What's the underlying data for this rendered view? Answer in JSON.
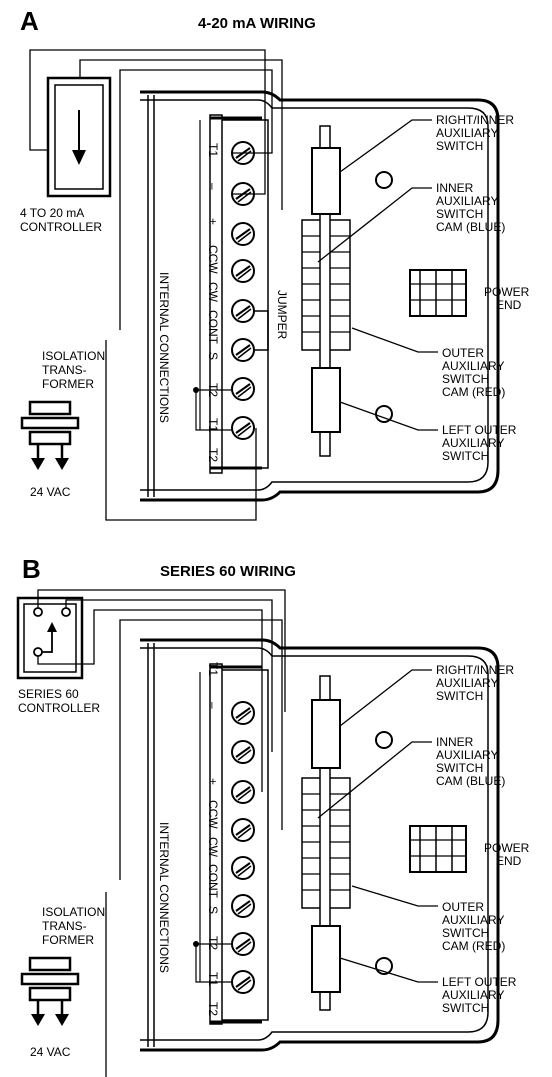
{
  "panel_a": {
    "letter": "A",
    "title": "4-20 mA WIRING",
    "controller": [
      "4 TO 20 mA",
      "CONTROLLER"
    ],
    "terminals": [
      "T1",
      "–",
      "+",
      "CCW",
      "CW",
      "CONT",
      "S",
      "T2",
      "T1",
      "T2"
    ],
    "jumper": "JUMPER",
    "internal": "INTERNAL CONNECTIONS",
    "isolation": [
      "ISOLATION",
      "TRANS-",
      "FORMER"
    ],
    "vac": "24 VAC",
    "callouts": {
      "right_inner": [
        "RIGHT/INNER",
        "AUXILIARY",
        "SWITCH"
      ],
      "inner_cam": [
        "INNER",
        "AUXILIARY",
        "SWITCH",
        "CAM (BLUE)"
      ],
      "power_end": [
        "POWER",
        "END"
      ],
      "outer_cam": [
        "OUTER",
        "AUXILIARY",
        "SWITCH",
        "CAM (RED)"
      ],
      "left_outer": [
        "LEFT OUTER",
        "AUXILIARY",
        "SWITCH"
      ]
    }
  },
  "panel_b": {
    "letter": "B",
    "title": "SERIES 60 WIRING",
    "controller": [
      "SERIES 60",
      "CONTROLLER"
    ],
    "terminals": [
      "T1",
      "–",
      "+",
      "CCW",
      "CW",
      "CONT",
      "S",
      "T2",
      "T1",
      "T2"
    ],
    "internal": "INTERNAL CONNECTIONS",
    "isolation": [
      "ISOLATION",
      "TRANS-",
      "FORMER"
    ],
    "vac": "24 VAC",
    "callouts": {
      "right_inner": [
        "RIGHT/INNER",
        "AUXILIARY",
        "SWITCH"
      ],
      "inner_cam": [
        "INNER",
        "AUXILIARY",
        "SWITCH",
        "CAM (BLUE)"
      ],
      "power_end": [
        "POWER",
        "END"
      ],
      "outer_cam": [
        "OUTER",
        "AUXILIARY",
        "SWITCH",
        "CAM (RED)"
      ],
      "left_outer": [
        "LEFT OUTER",
        "AUXILIARY",
        "SWITCH"
      ]
    }
  }
}
